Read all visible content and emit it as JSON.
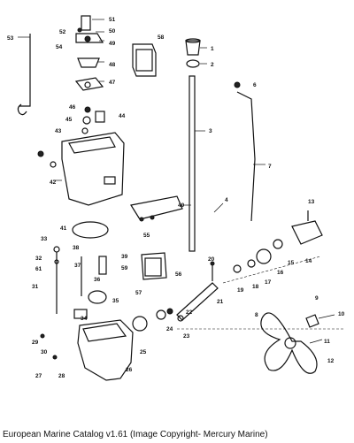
{
  "callouts": [
    "1",
    "2",
    "3",
    "4",
    "6",
    "7",
    "8",
    "9",
    "10",
    "11",
    "12",
    "13",
    "14",
    "15",
    "16",
    "17",
    "18",
    "19",
    "20",
    "21",
    "22",
    "23",
    "24",
    "25",
    "26",
    "27",
    "28",
    "29",
    "30",
    "31",
    "32",
    "33",
    "34",
    "35",
    "36",
    "37",
    "38",
    "39",
    "40",
    "41",
    "42",
    "43",
    "44",
    "45",
    "46",
    "47",
    "48",
    "49",
    "50",
    "51",
    "52",
    "53",
    "54",
    "55",
    "56",
    "57",
    "58",
    "59",
    "61"
  ],
  "caption": "European Marine Catalog v1.61 (Image Copyright- Mercury Marine)"
}
